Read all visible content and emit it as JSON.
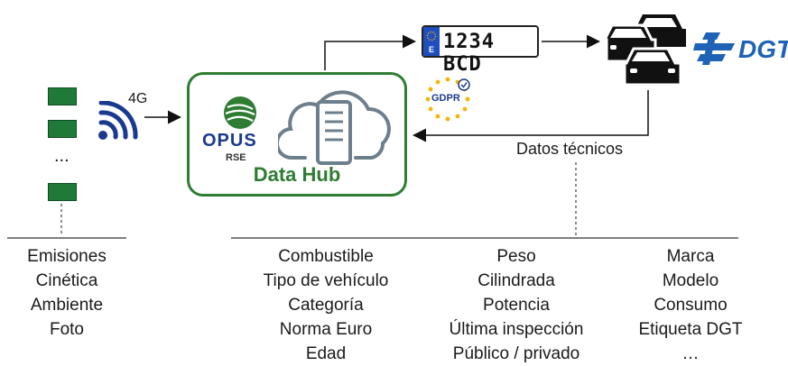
{
  "sensors": {
    "ellipsis": "..."
  },
  "network_label": "4G",
  "hub": {
    "logo_name": "OPUS",
    "logo_sub": "RSE",
    "title": "Data Hub"
  },
  "license_plate": {
    "country_code": "E",
    "number": "1234 BCD"
  },
  "gdpr_badge": "GDPR",
  "dgt_logo": "DGT",
  "feedback_label": "Datos técnicos",
  "sensor_fields": [
    "Emisiones",
    "Cinética",
    "Ambiente",
    "Foto"
  ],
  "vehicle_fields": {
    "column_1": [
      "Combustible",
      "Tipo de vehículo",
      "Categoría",
      "Norma Euro",
      "Edad"
    ],
    "column_2": [
      "Peso",
      "Cilindrada",
      "Potencia",
      "Última inspección",
      "Público / privado"
    ],
    "column_3": [
      "Marca",
      "Modelo",
      "Consumo",
      "Etiqueta DGT",
      "…"
    ]
  },
  "colors": {
    "green": "#2e7d32",
    "sensor_green": "#1f7a3a",
    "blue": "#1e63b5",
    "navy": "#1a3a8f",
    "gold": "#f2b705"
  }
}
